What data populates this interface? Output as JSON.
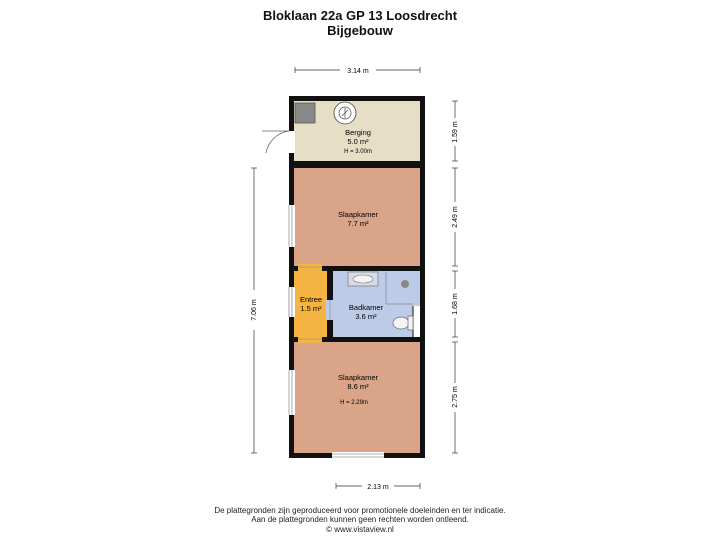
{
  "header": {
    "title": "Bloklaan 22a GP 13 Loosdrecht",
    "subtitle": "Bijgebouw"
  },
  "rooms": {
    "berging": {
      "name": "Berging",
      "area": "5.0 m²",
      "height": "H = 3.00m"
    },
    "slaap1": {
      "name": "Slaapkamer",
      "area": "7.7 m²"
    },
    "entree": {
      "name": "Entree",
      "area": "1.5 m²"
    },
    "badkamer": {
      "name": "Badkamer",
      "area": "3.6 m²"
    },
    "slaap2": {
      "name": "Slaapkamer",
      "area": "8.6 m²",
      "height": "H = 2.29m"
    }
  },
  "dimensions": {
    "top_width": "3.14 m",
    "bottom_width": "2.13 m",
    "left_total": "7.06 m",
    "right_1": "1.59 m",
    "right_2": "2.49 m",
    "right_3": "1.68 m",
    "right_4": "2.75 m"
  },
  "footer": {
    "line1": "De plattegronden zijn geproduceerd voor promotionele doeleinden en ter indicatie.",
    "line2": "Aan de plattegronden kunnen geen rechten worden ontleend.",
    "line3": "© www.vistaview.nl"
  },
  "colors": {
    "berging": "#e6dfc6",
    "slaapkamer": "#d9a487",
    "entree": "#f5b342",
    "badkamer": "#bccbe8",
    "wall": "#111111"
  }
}
